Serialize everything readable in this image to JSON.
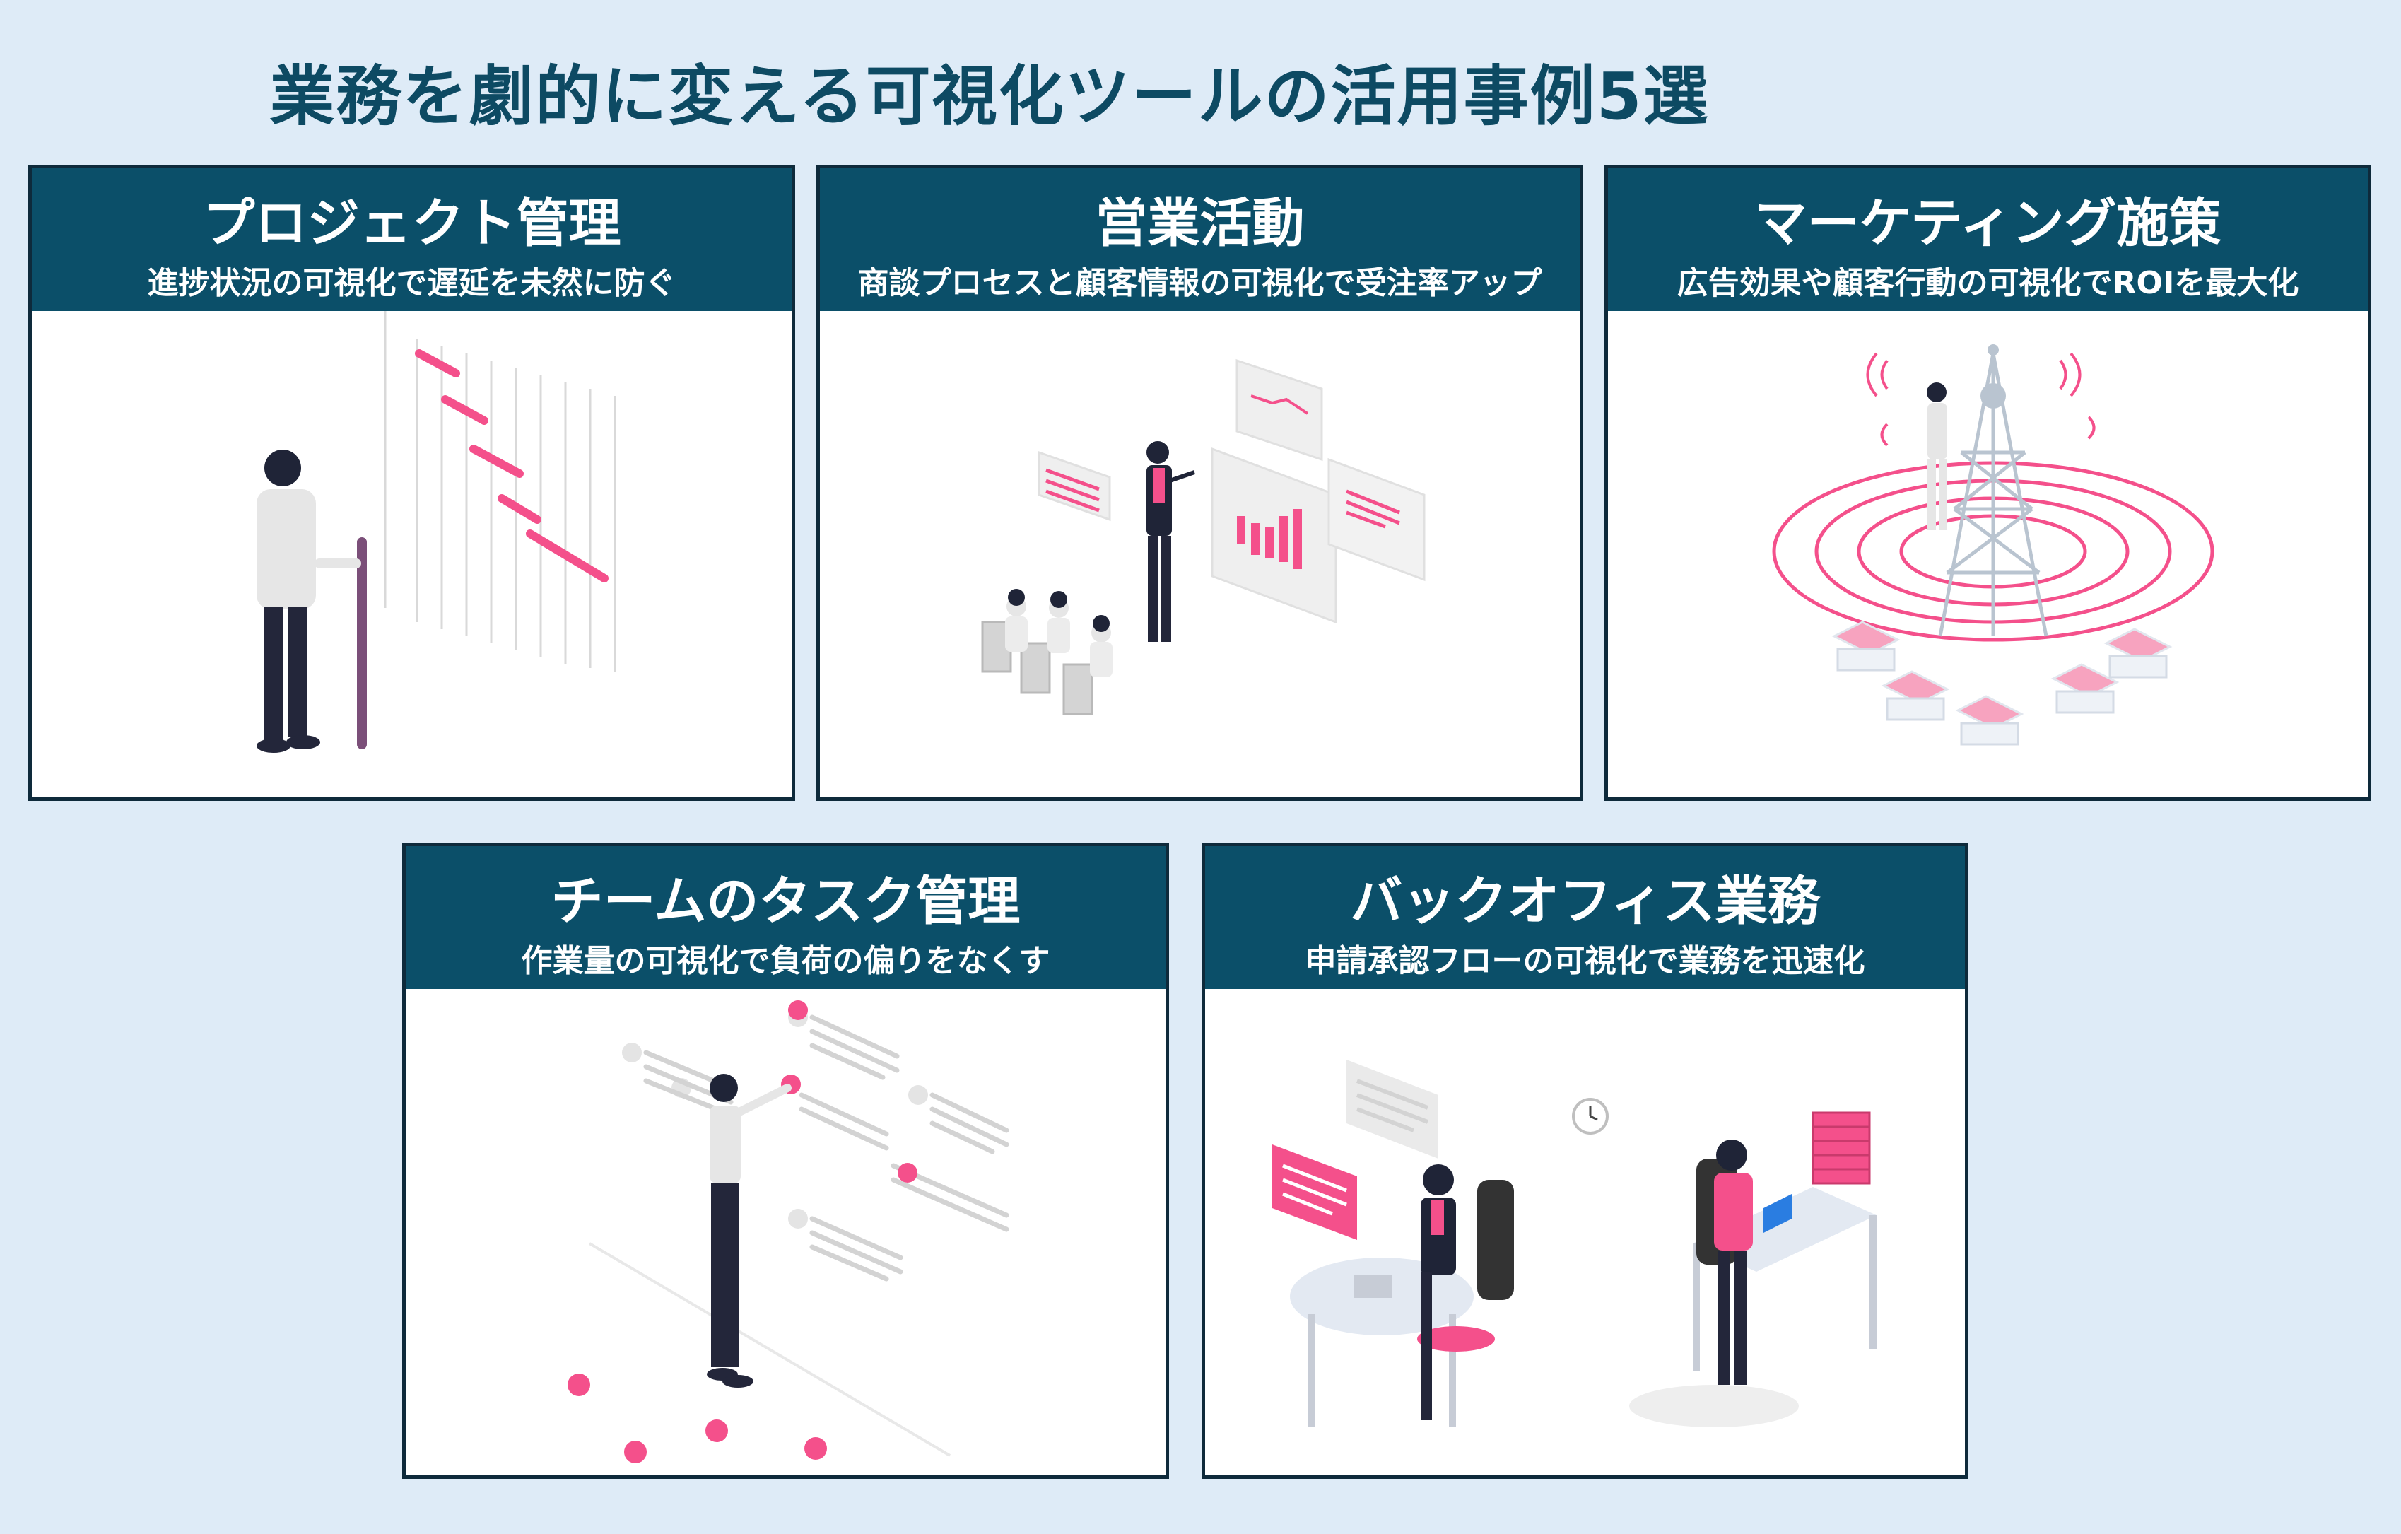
{
  "page": {
    "title": "業務を劇的に変える可視化ツールの活用事例5選"
  },
  "colors": {
    "background": "#deebf7",
    "header": "#0b4f69",
    "title": "#0d4a63",
    "accent": "#f4508b",
    "border": "#0e2a3b"
  },
  "cards": [
    {
      "title": "プロジェクト管理",
      "subtitle": "進捗状況の可視化で遅延を未然に防ぐ",
      "icon": "gantt-chart-person-illustration"
    },
    {
      "title": "営業活動",
      "subtitle": "商談プロセスと顧客情報の可視化で受注率アップ",
      "icon": "sales-presentation-illustration"
    },
    {
      "title": "マーケティング施策",
      "subtitle": "広告効果や顧客行動の可視化でROIを最大化",
      "icon": "signal-tower-illustration"
    },
    {
      "title": "チームのタスク管理",
      "subtitle": "作業量の可視化で負荷の偏りをなくす",
      "icon": "task-checklist-illustration"
    },
    {
      "title": "バックオフィス業務",
      "subtitle": "申請承認フローの可視化で業務を迅速化",
      "icon": "office-desk-workers-illustration"
    }
  ]
}
